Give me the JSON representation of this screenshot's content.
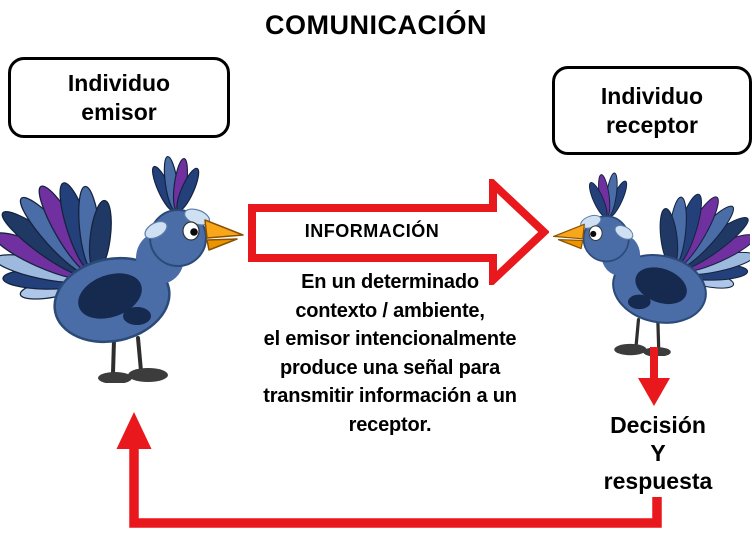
{
  "title": "COMUNICACIÓN",
  "emitter_box": {
    "label": "Individuo\nemisor"
  },
  "receiver_box": {
    "label": "Individuo\nreceptor"
  },
  "information_arrow": {
    "label": "INFORMACIÓN"
  },
  "description": {
    "lines": [
      "En un determinado",
      "contexto / ambiente,",
      "el emisor intencionalmente",
      "produce una señal para",
      "transmitir información a un",
      "receptor."
    ]
  },
  "decision": {
    "label": "Decisión\nY\nrespuesta"
  },
  "icons": {
    "emitter_bird": "blue-bird-facing-right",
    "receiver_bird": "blue-bird-facing-left",
    "information_arrow": "right-block-arrow-outline",
    "response_arrow": "down-arrow-solid",
    "feedback_arrow": "bottom-loop-up-arrow"
  },
  "colors": {
    "arrow_red": "#e8181d",
    "text": "#000000",
    "background": "#ffffff",
    "box_border": "#000000",
    "bird_body": "#4a6da8",
    "bird_dark_patch": "#16294e",
    "bird_navy_feather": "#24407a",
    "bird_light_feather": "#aec6e8",
    "bird_purple_feather": "#7030a0",
    "beak_orange": "#f9a61b",
    "legs_feet": "#3c3c3c"
  }
}
